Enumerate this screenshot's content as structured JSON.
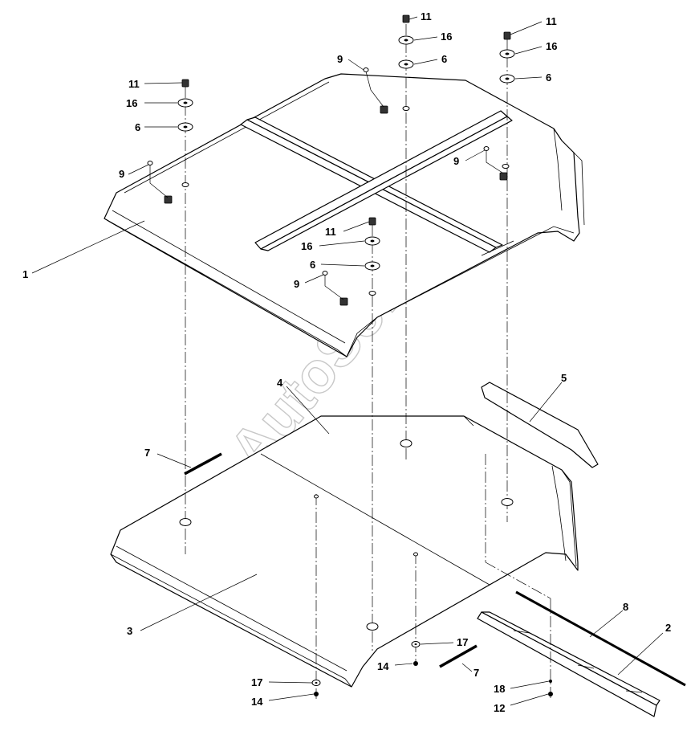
{
  "watermark": "AutoSoft",
  "callouts": {
    "roof_top": "1",
    "rail_right": "2",
    "roof_lower": "3",
    "panel_4": "4",
    "trim_5": "5",
    "washer_6": "6",
    "strip_7": "7",
    "strip_8": "8",
    "nut_9": "9",
    "bolt_11": "11",
    "nut_12": "12",
    "nut_14": "14",
    "washer_16": "16",
    "washer_17": "17",
    "washer_18": "18"
  }
}
